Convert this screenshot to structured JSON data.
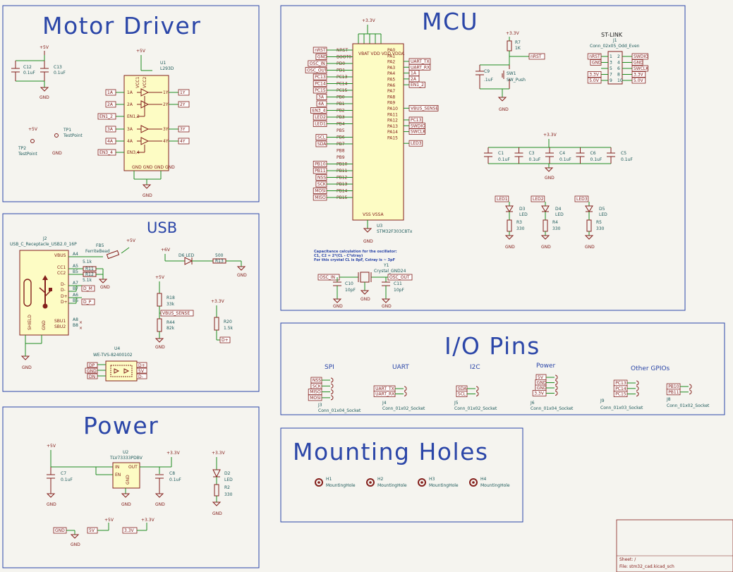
{
  "sheets": {
    "motor": "Motor Driver",
    "usb": "USB",
    "power": "Power",
    "mcu": "MCU",
    "io": "I/O Pins",
    "mount": "Mounting Holes"
  },
  "motor": {
    "plus5_a": "+5V",
    "plus5_b": "+5V",
    "plus5_c": "+5V",
    "c12": "C12",
    "c12v": "0.1uF",
    "c13": "C13",
    "c13v": "0.1uF",
    "gnd_a": "GND",
    "gnd_b": "GND",
    "gnd_c": "GND",
    "tp1": "TP1",
    "tp1v": "TestPoint",
    "tp2": "TP2",
    "tp2v": "TestPoint",
    "u1": "U1",
    "u1v": "L293D",
    "vcc1": "VCC1",
    "vcc2": "VCC2",
    "pins_left": [
      "1A",
      "2A",
      "EN1,2",
      "3A",
      "4A",
      "EN3,4"
    ],
    "pins_right": [
      "1Y",
      "2Y",
      "3Y",
      "4Y"
    ],
    "labels_left": [
      "1A",
      "2A",
      "EN1_2",
      "3A",
      "4A",
      "EN3_4"
    ],
    "labels_right": [
      "1Y",
      "2Y",
      "3Y",
      "4Y"
    ],
    "gnd_pins": "GND GND GND GND"
  },
  "usb": {
    "j2": "J2",
    "j2v": "USB_C_Receptacle_USB2.0_16P",
    "fb": "FB5",
    "fbv": "FerriteBead",
    "plus5": "+5V",
    "plus5b": "+5V",
    "plus6": "+6V",
    "d6": "D6 LED",
    "r13": "500",
    "r13ref": "R13",
    "pins": [
      "VBUS",
      "CC1",
      "CC2",
      "D-",
      "D-",
      "D+",
      "D+",
      "SBU1",
      "SBU2"
    ],
    "pin_nums": [
      "A4",
      "A5",
      "B5",
      "A7",
      "B7",
      "A6",
      "B6",
      "A8",
      "B8"
    ],
    "shield": "SHIELD",
    "gnd_pin": "GND",
    "r11": "R11",
    "r12": "R12",
    "r11v": "5.1k",
    "r12v": "5.1k",
    "dm": "D_M",
    "dp": "D_P",
    "r18": "R18",
    "r18v": "33k",
    "r44": "R44",
    "r44v": "82k",
    "vbus_sense": "VBUS_SENSE",
    "r20": "R20",
    "r20v": "1.5k",
    "plus33": "+3.3V",
    "dplus": "D+",
    "u4": "U4",
    "u4v": "WE-TVS-82400102",
    "u4_left": [
      "DP",
      "GND",
      "DN"
    ],
    "u4_right": [
      "D+",
      "5V",
      "D-"
    ],
    "gnd": "GND"
  },
  "power": {
    "u2": "U2",
    "u2v": "TLV73333PDBV",
    "in": "IN",
    "en": "EN",
    "out": "OUT",
    "gnd_pin": "GND",
    "c7": "C7",
    "c7v": "0.1uF",
    "c8": "C8",
    "c8v": "0.1uF",
    "plus5": "+5V",
    "plus33a": "+3.3V",
    "plus33b": "+3.3V",
    "d2": "D2",
    "d2v": "LED",
    "r2": "R2",
    "r2v": "330",
    "gnd": "GND",
    "gnd_label": "GND",
    "v5_label": "5V",
    "v33_label": "3.3V",
    "plus5b": "+5V",
    "plus33c": "+3.3V"
  },
  "mcu": {
    "plus33": "+3.3V",
    "u3": "U3",
    "u3v": "STM32F303C8Tx",
    "left_labels": [
      "nRST",
      "GND",
      "OSC_IN",
      "OSC_OUT",
      "PC13",
      "PC14",
      "PC15",
      "3A",
      "4A",
      "EN3_4",
      "LED2",
      "LED1",
      "SCL",
      "SDA",
      "PB10",
      "PB11",
      "NSS",
      "SCK",
      "MOSI",
      "MISO"
    ],
    "left_pins": [
      "NRST",
      "BOOT0",
      "PD0",
      "PD1",
      "PC13",
      "PC14",
      "PC15",
      "PB0",
      "PB1",
      "PB2",
      "PB3",
      "PB4",
      "PB5",
      "PB6",
      "PB7",
      "PB8",
      "PB9",
      "PB10",
      "PB11",
      "PB12",
      "PB13",
      "PB14",
      "PB15"
    ],
    "right_pins": [
      "PA0",
      "PA1",
      "PA2",
      "PA3",
      "PA4",
      "PA5",
      "PA6",
      "PA7",
      "PA8",
      "PA9",
      "PA10",
      "PA11",
      "PA12",
      "PA13",
      "PA14",
      "PA15"
    ],
    "right_labels": [
      "UART_TX",
      "UART_RX",
      "1A",
      "2A",
      "EN1_2",
      "VBUS_SENSE",
      "PC13",
      "SWDIO",
      "SWCLK",
      "LED3"
    ],
    "top_pins": "VBAT VDD VDD VDDA",
    "bot_pins": "VSS VSSA",
    "gnd": "GND",
    "r7": "R7",
    "r7v": "1K",
    "nrst": "nRST",
    "c9": "C9",
    "c9v": ".1uF",
    "sw1": "SW1",
    "sw1v": "SW_Push",
    "plus33b": "+3.3V",
    "stlink": "ST-LINK",
    "j1": "J1",
    "j1v": "Conn_02x05_Odd_Even",
    "st_left": [
      "nRST",
      "GND",
      "",
      "3.3V",
      "5.0V"
    ],
    "st_right": [
      "SWDIO",
      "GND",
      "SWCLK",
      "3.3V",
      "5.0V"
    ],
    "caps": [
      {
        "ref": "C1",
        "val": "0.1uF"
      },
      {
        "ref": "C3",
        "val": "0.1uF"
      },
      {
        "ref": "C4",
        "val": "0.1uF"
      },
      {
        "ref": "C6",
        "val": "0.1uF"
      },
      {
        "ref": "C5",
        "val": "0.1uF"
      }
    ],
    "plus33c": "+3.3V",
    "leds": [
      {
        "net": "LED1",
        "d": "D3",
        "dv": "LED",
        "r": "R3",
        "rv": "330"
      },
      {
        "net": "LED2",
        "d": "D4",
        "dv": "LED",
        "r": "R4",
        "rv": "330"
      },
      {
        "net": "LED3",
        "d": "D5",
        "dv": "LED",
        "r": "R5",
        "rv": "330"
      }
    ],
    "note1": "Capacitance calculation for the oscillator:",
    "note2": "C1, C2 = 2*(CL - C*stray)",
    "note3": "For this crystal CL is 8pF, Cstray is ~ 3pF",
    "y1": "Y1",
    "y1v": "Crystal_GND24",
    "osc_in": "OSC_IN",
    "osc_out": "OSC_OUT",
    "c10": "C10",
    "c10v": "10pF",
    "c11": "C11",
    "c11v": "10pF"
  },
  "io": {
    "spi": "SPI",
    "uart": "UART",
    "i2c": "I2C",
    "pwr": "Power",
    "gpio": "Other GPIOs",
    "spi_labels": [
      "NSS",
      "SCK",
      "MISO",
      "MOSI"
    ],
    "uart_labels": [
      "UART_TX",
      "UART_RX"
    ],
    "i2c_labels": [
      "SDA",
      "SCL"
    ],
    "pwr_labels": [
      "5V",
      "GND",
      "GND",
      "3.3V"
    ],
    "gpio_labels": [
      "PC13",
      "PC14",
      "PC15"
    ],
    "gpio2_labels": [
      "PB10",
      "PB11"
    ],
    "j3": "J3",
    "j3v": "Conn_01x04_Socket",
    "j4": "J4",
    "j4v": "Conn_01x02_Socket",
    "j5": "J5",
    "j5v": "Conn_01x02_Socket",
    "j6": "J6",
    "j6v": "Conn_01x04_Socket",
    "j9": "J9",
    "j9v": "Conn_01x03_Socket",
    "j8": "J8",
    "j8v": "Conn_01x02_Socket"
  },
  "mount": {
    "holes": [
      {
        "ref": "H1",
        "val": "MountingHole"
      },
      {
        "ref": "H2",
        "val": "MountingHole"
      },
      {
        "ref": "H3",
        "val": "MountingHole"
      },
      {
        "ref": "H4",
        "val": "MountingHole"
      }
    ]
  },
  "titleblock": {
    "sheet": "Sheet: /",
    "file": "File: stm32_cad.kicad_sch"
  }
}
